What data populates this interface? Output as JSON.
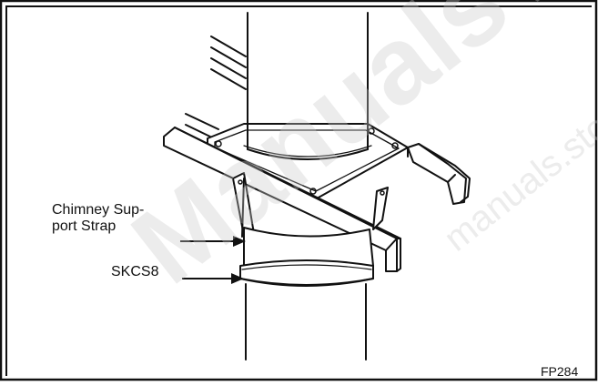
{
  "labels": {
    "strap_line1": "Chimney Sup-",
    "strap_line2": "port Strap",
    "skcs": "SKCS8",
    "figure_id": "FP284"
  },
  "watermark": {
    "main": "ManualsView",
    "small": "manuals.sto"
  },
  "colors": {
    "line": "#111111",
    "background": "#ffffff",
    "watermark": "#c8c8c8"
  }
}
